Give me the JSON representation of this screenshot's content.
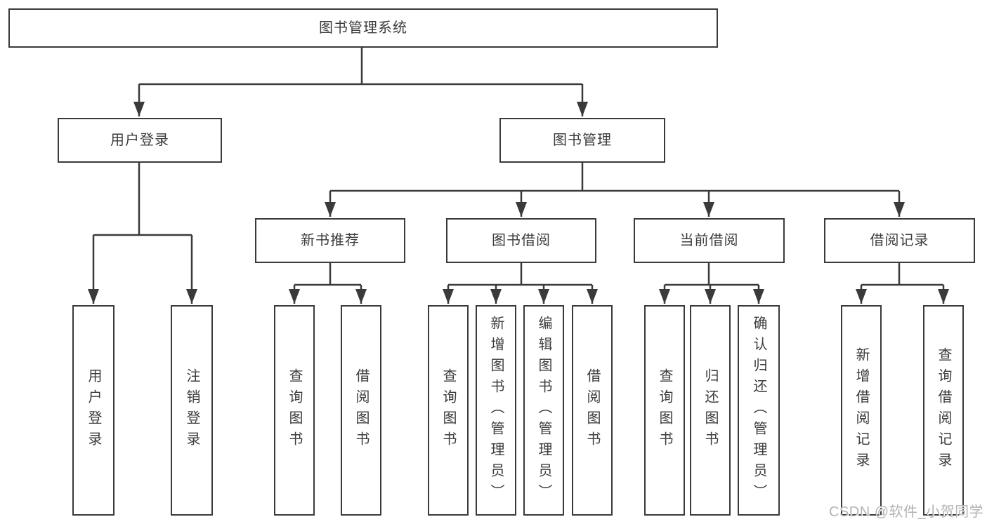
{
  "diagram_title": "图书管理系统",
  "nodes": {
    "root": "图书管理系统",
    "user_login": "用户登录",
    "book_mgmt": "图书管理",
    "new_book_rec": "新书推荐",
    "book_borrow": "图书借阅",
    "current_borrow": "当前借阅",
    "borrow_records": "借阅记录",
    "leaf_user_login": "用户登录",
    "leaf_logout": "注销登录",
    "leaf_nbr_query_book": "查询图书",
    "leaf_nbr_borrow_book": "借阅图书",
    "leaf_bb_query_book": "查询图书",
    "leaf_bb_add_book": "新增图书（管理员）",
    "leaf_bb_edit_book": "编辑图书（管理员）",
    "leaf_bb_borrow_book": "借阅图书",
    "leaf_cb_query_book": "查询图书",
    "leaf_cb_return_book": "归还图书",
    "leaf_cb_confirm_return": "确认归还（管理员）",
    "leaf_br_add_record": "新增借阅记录",
    "leaf_br_query_record": "查询借阅记录"
  },
  "hierarchy": {
    "图书管理系统": {
      "用户登录": [
        "用户登录",
        "注销登录"
      ],
      "图书管理": {
        "新书推荐": [
          "查询图书",
          "借阅图书"
        ],
        "图书借阅": [
          "查询图书",
          "新增图书（管理员）",
          "编辑图书（管理员）",
          "借阅图书"
        ],
        "当前借阅": [
          "查询图书",
          "归还图书",
          "确认归还（管理员）"
        ],
        "借阅记录": [
          "新增借阅记录",
          "查询借阅记录"
        ]
      }
    }
  },
  "watermark": "CSDN @软件_小贺同学",
  "colors": {
    "line": "#3a3a3a",
    "border": "#3a3a3a",
    "background": "#ffffff",
    "text": "#3c3c3c",
    "watermark": "#b3b3b3"
  }
}
